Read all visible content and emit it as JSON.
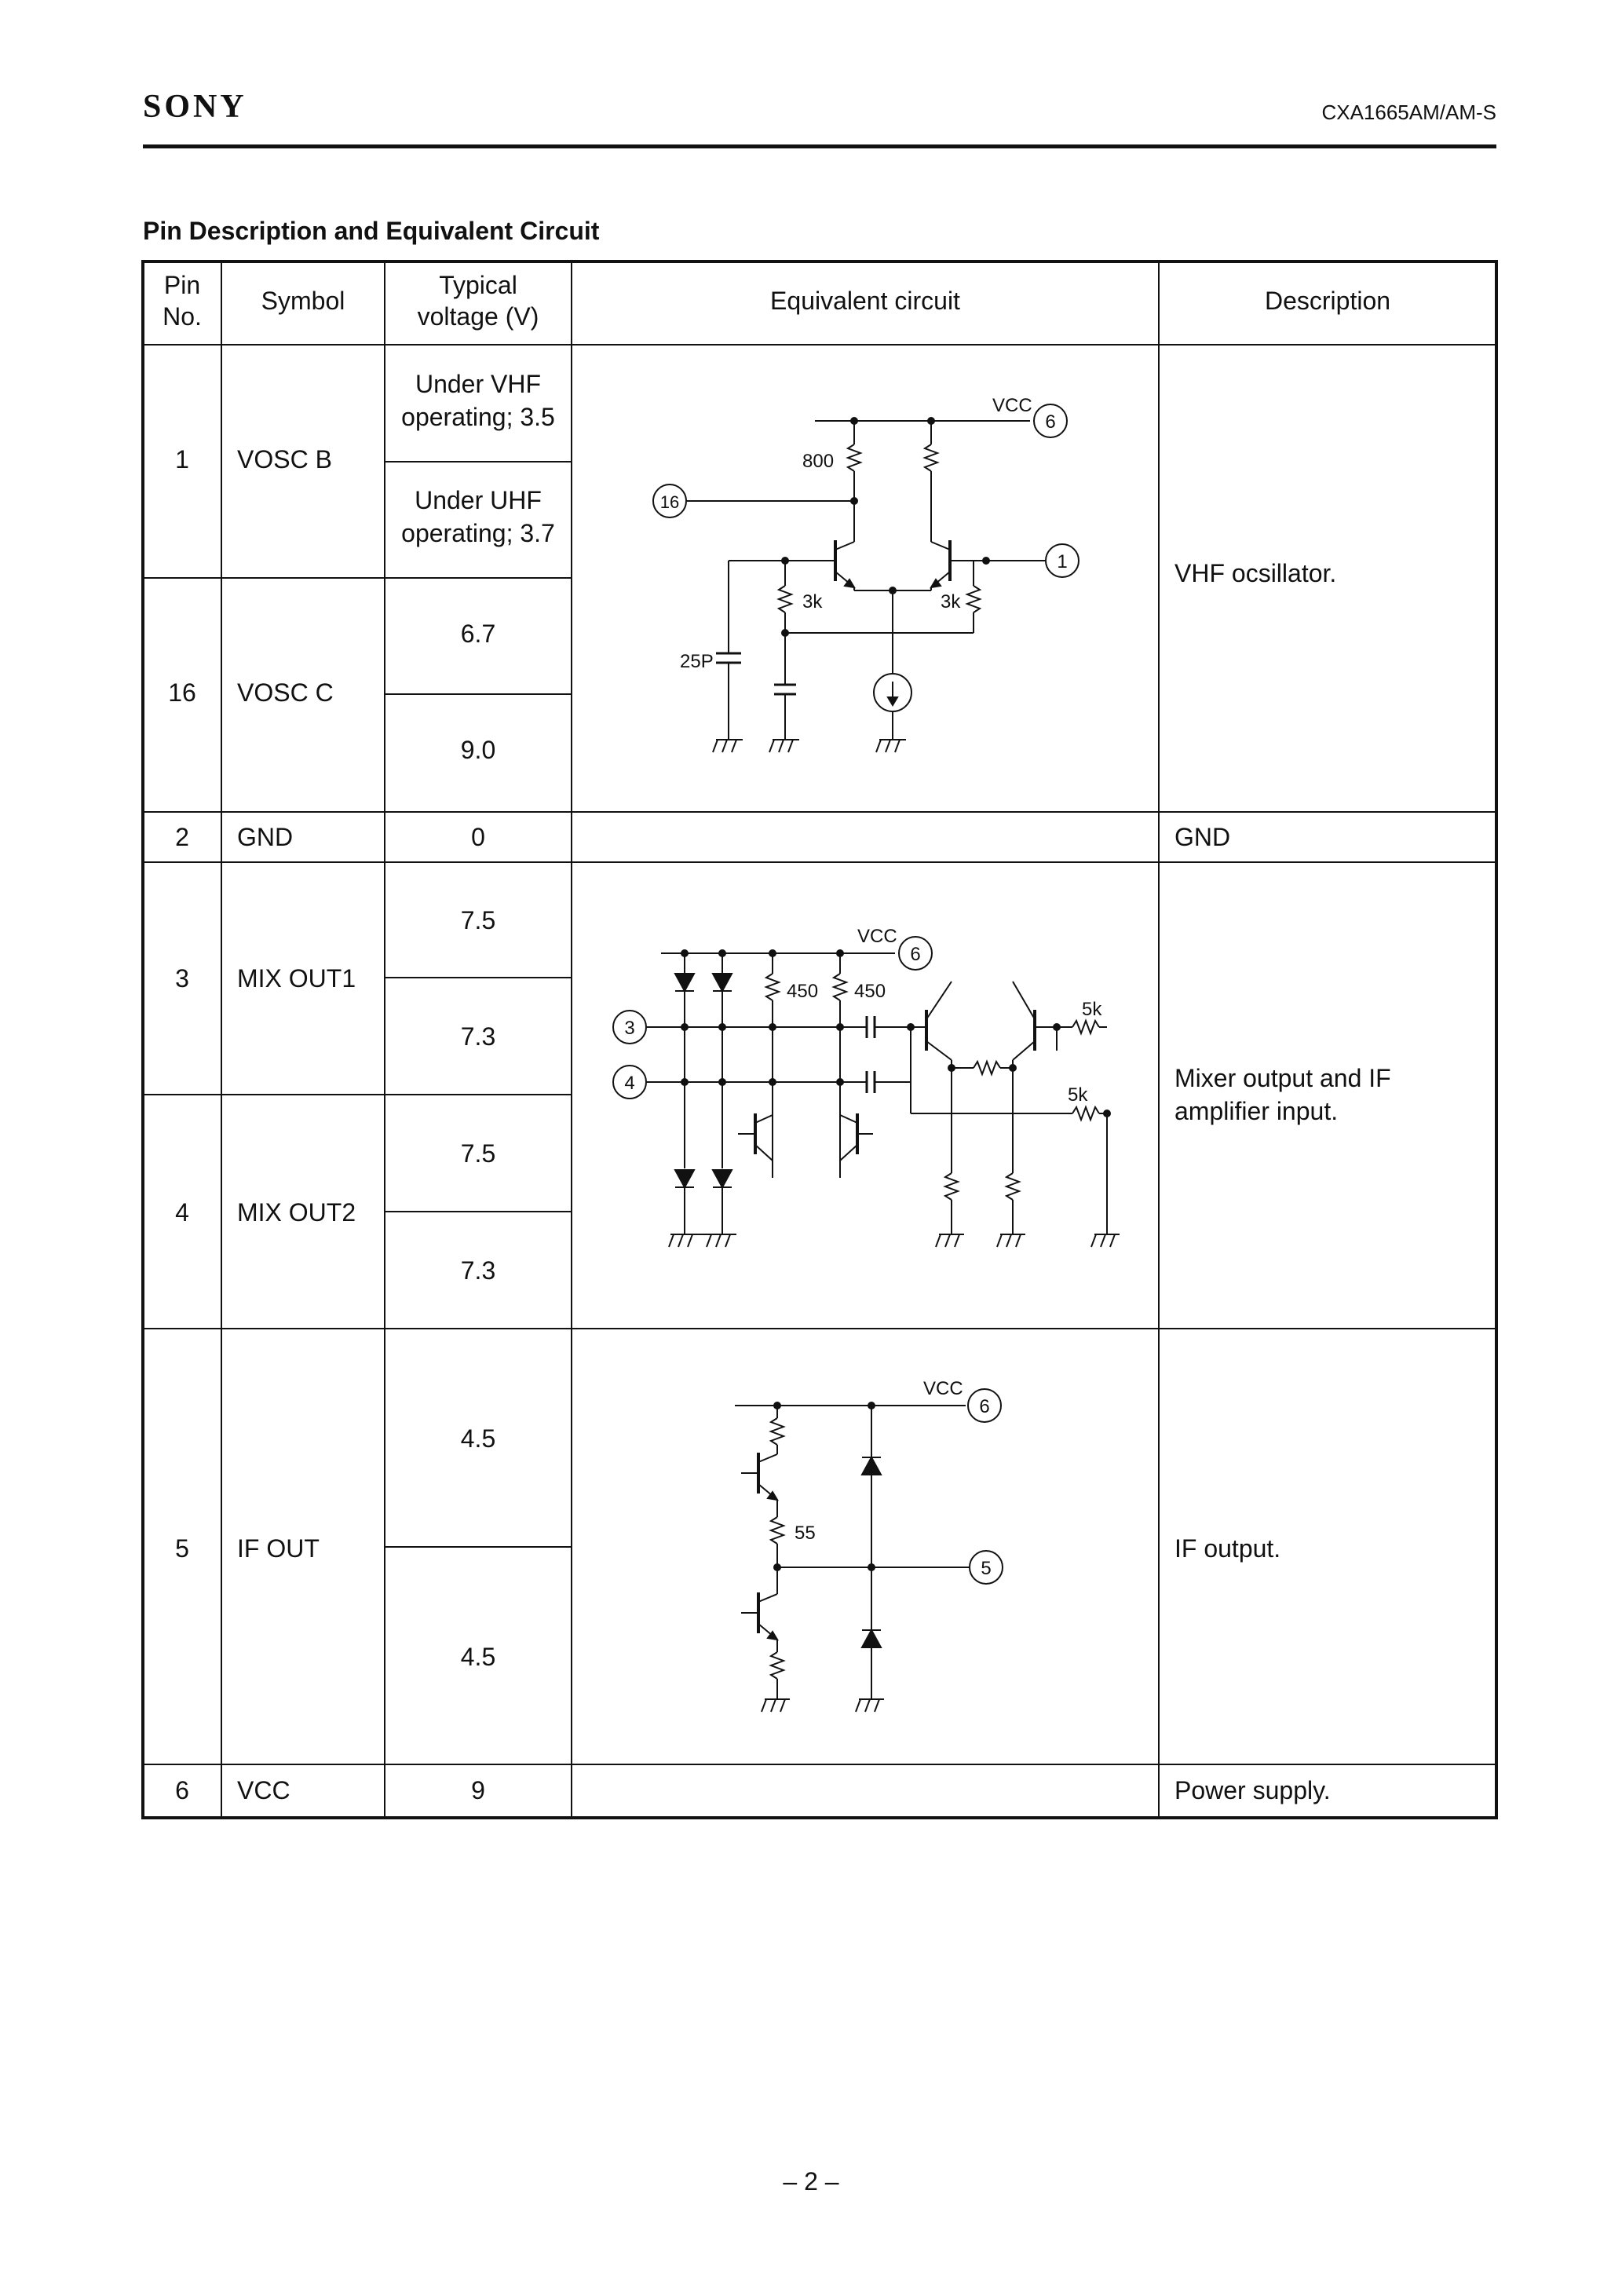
{
  "header": {
    "logo": "SONY",
    "part_number": "CXA1665AM/AM-S"
  },
  "section_title": "Pin Description and Equivalent Circuit",
  "table": {
    "headers": {
      "pin_no": [
        "Pin",
        "No."
      ],
      "symbol": "Symbol",
      "voltage": [
        "Typical",
        "voltage (V)"
      ],
      "circuit": "Equivalent circuit",
      "description": "Description"
    },
    "rows": [
      {
        "pin": "1",
        "symbol": "VOSC B",
        "voltages": [
          [
            "Under VHF",
            "operating; 3.5"
          ],
          [
            "Under UHF",
            "operating; 3.7"
          ]
        ]
      },
      {
        "pin": "16",
        "symbol": "VOSC C",
        "voltages": [
          "6.7",
          "9.0"
        ]
      },
      {
        "pin": "2",
        "symbol": "GND",
        "voltages": [
          "0"
        ],
        "description": "GND"
      },
      {
        "pin": "3",
        "symbol": "MIX OUT1",
        "voltages": [
          "7.5",
          "7.3"
        ]
      },
      {
        "pin": "4",
        "symbol": "MIX OUT2",
        "voltages": [
          "7.5",
          "7.3"
        ]
      },
      {
        "pin": "5",
        "symbol": "IF OUT",
        "voltages": [
          "4.5",
          "4.5"
        ],
        "description": "IF output."
      },
      {
        "pin": "6",
        "symbol": "VCC",
        "voltages": [
          "9"
        ],
        "description": "Power supply."
      }
    ],
    "descriptions": {
      "osc": "VHF ocsillator.",
      "mix": [
        "Mixer output and IF",
        "amplifier input."
      ]
    }
  },
  "circuits": {
    "osc": {
      "vcc": "VCC",
      "pins": [
        "6",
        "16",
        "1"
      ],
      "r800": "800",
      "r3k_a": "3k",
      "r3k_b": "3k",
      "c25p": "25P"
    },
    "mix": {
      "vcc": "VCC",
      "pins": [
        "6",
        "3",
        "4"
      ],
      "r450_a": "450",
      "r450_b": "450",
      "r5k_a": "5k",
      "r5k_b": "5k"
    },
    "ifout": {
      "vcc": "VCC",
      "pins": [
        "6",
        "5"
      ],
      "r55": "55"
    }
  },
  "footer": {
    "page": "– 2 –"
  }
}
